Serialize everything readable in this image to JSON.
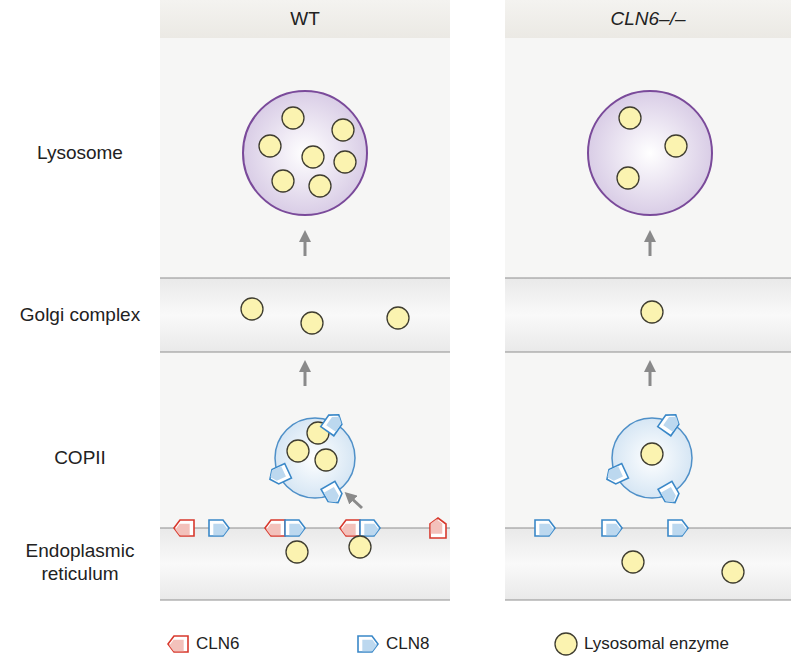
{
  "diagram": {
    "nodes": [
      {
        "text": [
          "WT"
        ]
      },
      {
        "text": [
          "CLN6–/–"
        ]
      }
    ],
    "edges": [],
    "labels": [
      "Lysosome",
      "Golgi complex",
      "COPII",
      "Endoplasmic reticulum"
    ],
    "legend": [
      {
        "text": "CLN6"
      },
      {
        "text": "CLN8"
      },
      {
        "text": "Lysosomal enzyme"
      }
    ]
  }
}
